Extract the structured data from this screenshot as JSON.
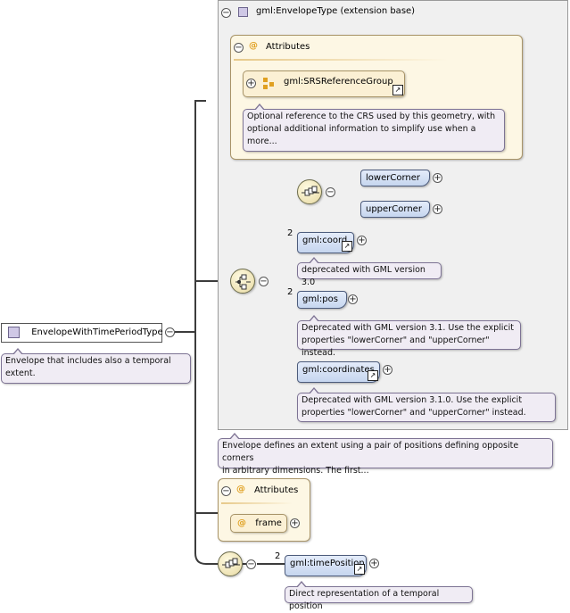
{
  "root": {
    "name": "EnvelopeWithTimePeriodType",
    "doc": [
      "Envelope that includes also a temporal",
      "extent."
    ]
  },
  "base": {
    "title": "gml:EnvelopeType (extension base)",
    "doc": [
      "Envelope defines an extent using a pair of positions defining opposite corners",
      "in arbitrary dimensions. The first..."
    ]
  },
  "base_attributes": {
    "label": "Attributes",
    "group": "gml:SRSReferenceGroup",
    "group_doc": [
      "Optional reference to the CRS used by this geometry, with",
      "optional additional information to simplify use when a",
      "more..."
    ]
  },
  "corners": [
    "lowerCorner",
    "upperCorner"
  ],
  "choice_items": [
    {
      "name": "gml:coord",
      "occurs": "2",
      "doc": [
        "deprecated with GML version 3.0"
      ]
    },
    {
      "name": "gml:pos",
      "occurs": "2",
      "doc": [
        "Deprecated with GML version 3.1. Use the explicit",
        "properties \"lowerCorner\" and \"upperCorner\" instead."
      ]
    },
    {
      "name": "gml:coordinates",
      "occurs": "",
      "doc": [
        "Deprecated with GML version 3.1.0. Use the explicit",
        "properties \"lowerCorner\" and \"upperCorner\" instead."
      ]
    }
  ],
  "ext_attributes": {
    "label": "Attributes",
    "item": "frame"
  },
  "time": {
    "name": "gml:timePosition",
    "occurs": "2",
    "doc": [
      "Direct representation of a temporal position"
    ]
  },
  "symbols": {
    "collapse": "−",
    "expand": "+",
    "attr": "@",
    "ref": "↗"
  },
  "colors": {
    "element_fill": "#d5e1f5",
    "doc_fill": "#f0ecf4",
    "attr_fill": "#fdf7e4",
    "line": "#3c3c3c"
  }
}
